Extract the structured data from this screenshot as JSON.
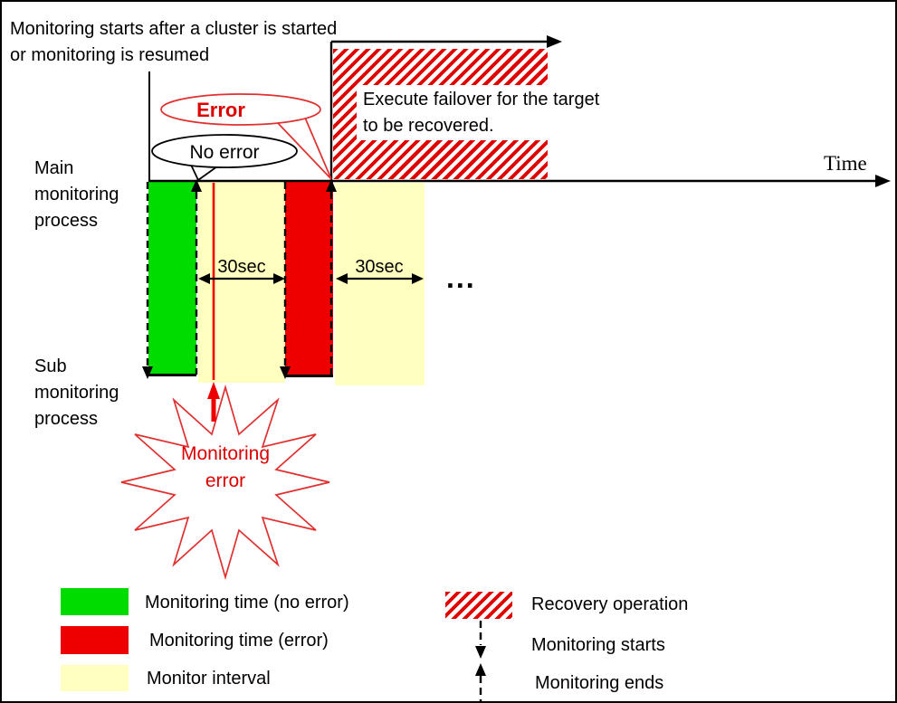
{
  "colors": {
    "green": "#00dc00",
    "red": "#ee0000",
    "yellow": "#ffffc0",
    "hatch": "#e00000",
    "accent": "#e03030",
    "error_text": "#dd0000"
  },
  "note": {
    "text": "Monitoring starts after a cluster is started\nor monitoring is resumed"
  },
  "timeline": {
    "label": "Time"
  },
  "failover": {
    "text": "Execute failover for the target\nto be recovered."
  },
  "bubbles": {
    "error": "Error",
    "no_error": "No error"
  },
  "processes": {
    "main": "Main\nmonitoring\nprocess",
    "sub": "Sub\nmonitoring\nprocess"
  },
  "intervals": {
    "first": "30sec",
    "second": "30sec",
    "ellipsis": "..."
  },
  "starburst": {
    "text": "Monitoring\nerror"
  },
  "legend_left": [
    {
      "label": "Monitoring time (no error)",
      "swatch": "green"
    },
    {
      "label": "Monitoring time (error)",
      "swatch": "red"
    },
    {
      "label": "Monitor interval",
      "swatch": "yellow"
    }
  ],
  "legend_right": [
    {
      "label": "Recovery operation",
      "swatch": "hatch"
    },
    {
      "label": "Monitoring starts",
      "swatch": "arrow-down"
    },
    {
      "label": "Monitoring ends",
      "swatch": "arrow-up"
    }
  ]
}
